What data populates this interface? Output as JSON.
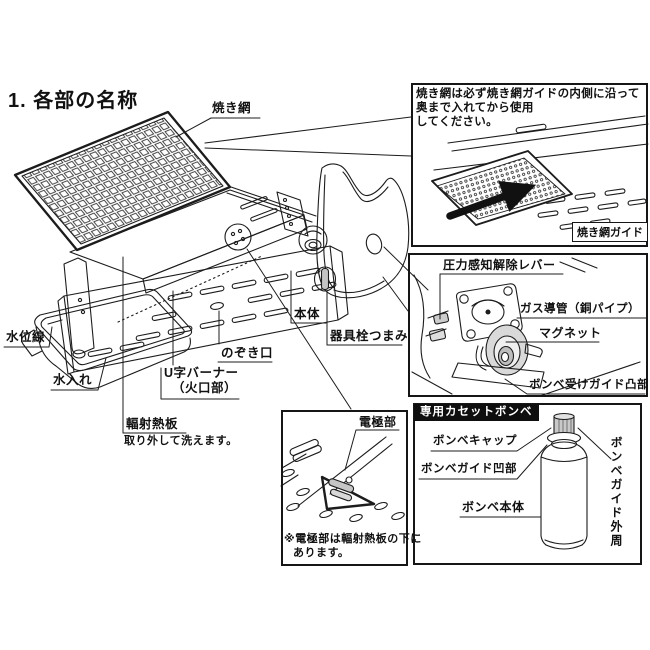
{
  "page": {
    "title": "1. 各部の名称"
  },
  "main_diagram": {
    "labels": {
      "grill_net": "焼き網",
      "water_level_line": "水位線",
      "water_tray": "水入れ",
      "u_burner_line1": "U字バーナー",
      "u_burner_line2": "（火口部）",
      "radiant_plate": "輻射熱板",
      "radiant_plate_note": "取り外して洗えます。",
      "peep_hole": "のぞき口",
      "body": "本体",
      "valve_knob": "器具栓つまみ"
    }
  },
  "grill_guide_box": {
    "note_lines": [
      "焼き網は必ず焼き網ガイドの内側に沿って",
      "奥まで入れてから使用",
      "してください。"
    ],
    "label": "焼き網ガイド"
  },
  "valve_box": {
    "pressure_lever": "圧力感知解除レバー",
    "gas_pipe": "ガス導管（銅パイプ）",
    "magnet": "マグネット",
    "cylinder_guide": "ボンベ受けガイド凸部"
  },
  "electrode_box": {
    "label": "電極部",
    "note_line1": "※電極部は輻射熱板の下に",
    "note_line2": "あります。"
  },
  "cylinder_box": {
    "header": "専用カセットボンベ",
    "cap": "ボンベキャップ",
    "guide_recess": "ボンベガイド凹部",
    "body": "ボンベ本体",
    "guide_outer": "ボンベガイド外周"
  }
}
